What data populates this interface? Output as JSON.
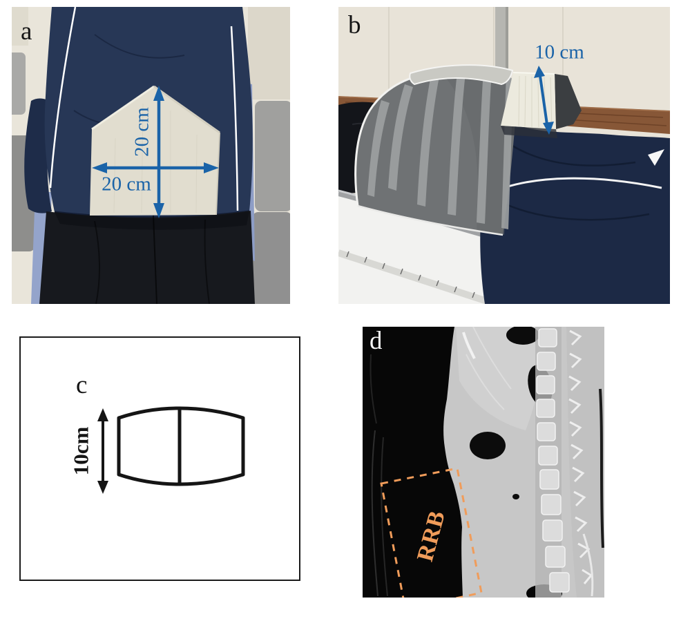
{
  "figure": {
    "background_color": "#ffffff",
    "colors": {
      "measure_blue": "#1a63a8",
      "region_orange": "#f09c5a",
      "label_black": "#141414",
      "label_white": "#f5f5f5"
    },
    "panels": {
      "a": {
        "label": "a",
        "measure_vertical": "20 cm",
        "measure_horizontal": "20 cm"
      },
      "b": {
        "label": "b",
        "measure_height": "10 cm"
      },
      "c": {
        "label": "c",
        "measure_height": "10cm"
      },
      "d": {
        "label": "d",
        "region_label": "RRB"
      }
    }
  }
}
